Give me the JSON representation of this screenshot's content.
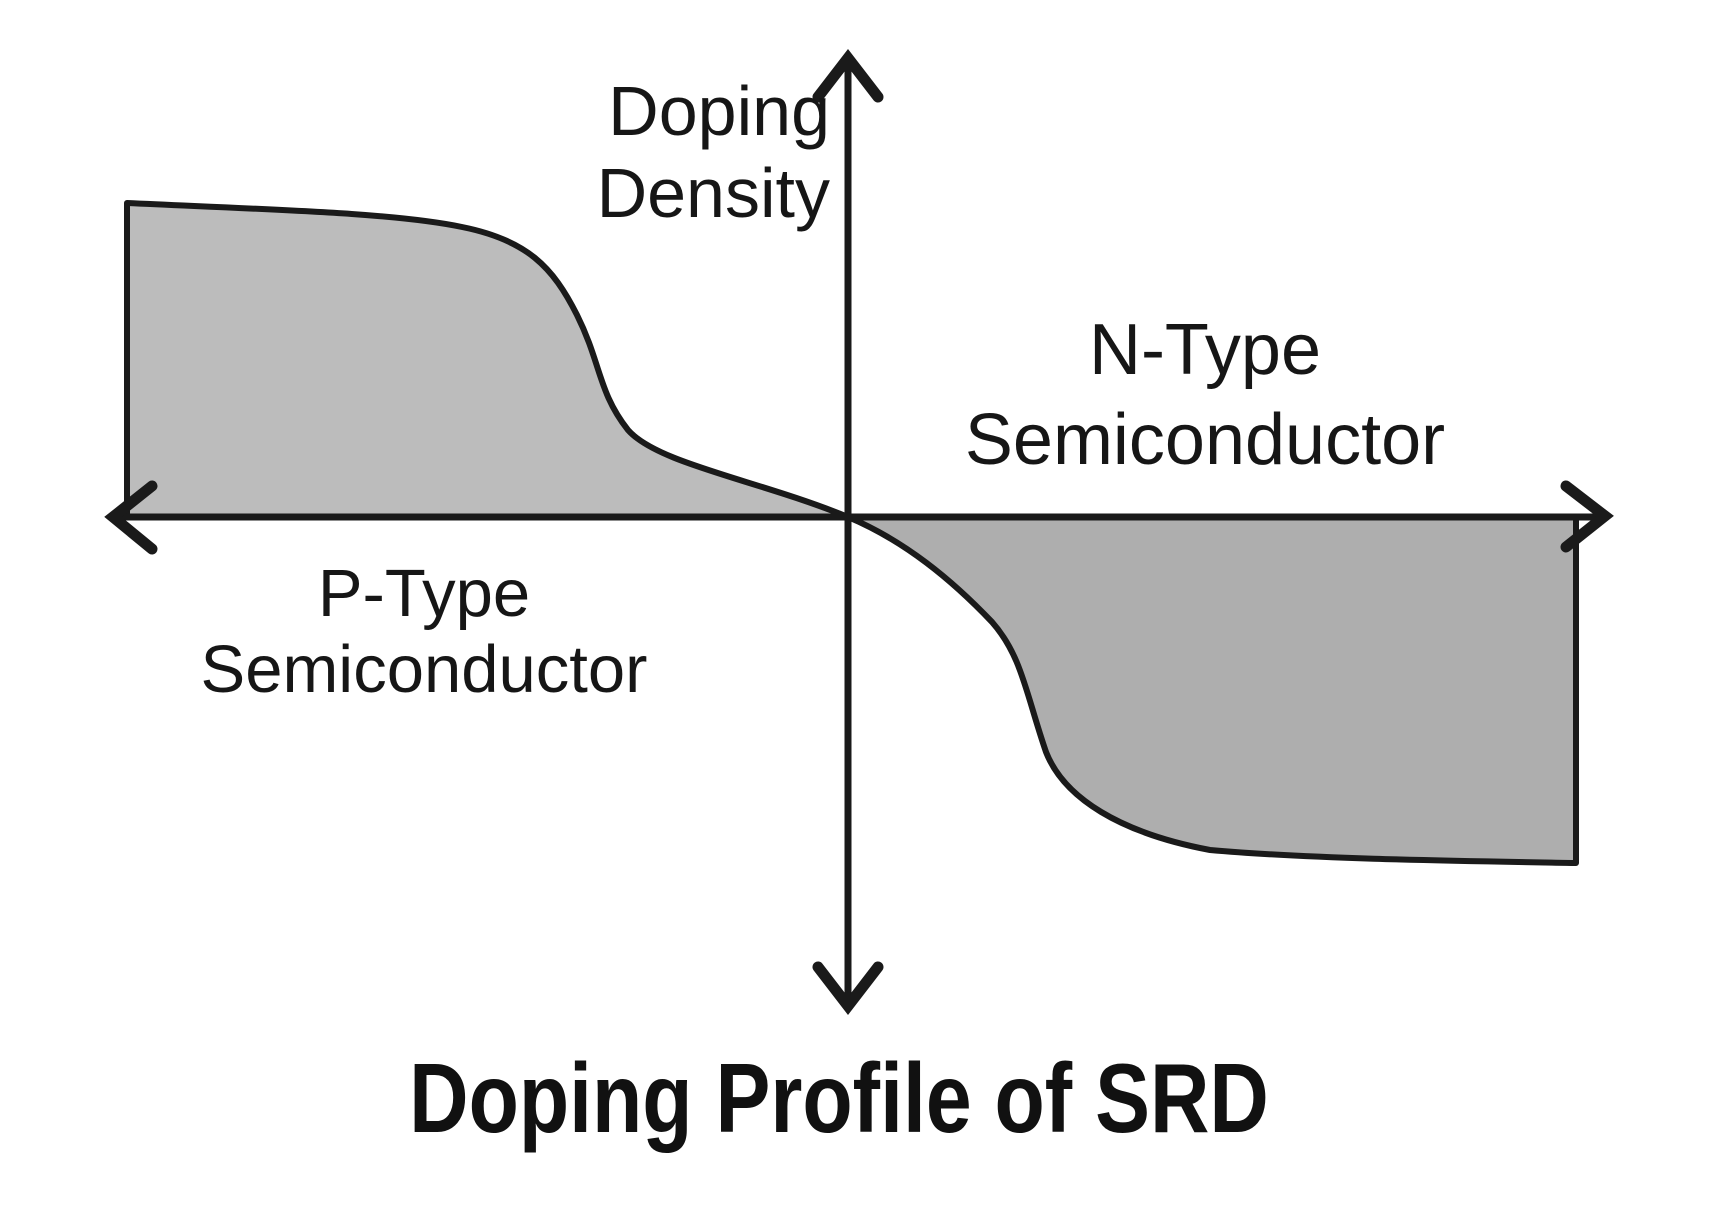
{
  "title": "Doping Profile of SRD",
  "y_axis": {
    "label": "Doping\nDensity"
  },
  "regions": {
    "p_type": {
      "label": "P-Type\nSemiconductor",
      "fill": "#bcbcbc"
    },
    "n_type": {
      "label": "N-Type\nSemiconductor",
      "fill": "#aeaeae"
    }
  },
  "colors": {
    "background": "#ffffff",
    "line": "#1a1a1a",
    "text": "#161616"
  }
}
